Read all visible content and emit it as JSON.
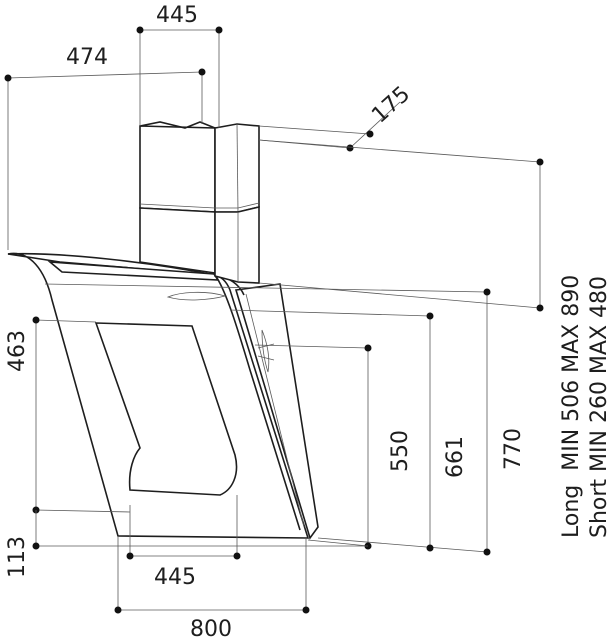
{
  "dimensions": {
    "chimney_top_width": "445",
    "chimney_depth_top": "474",
    "chimney_side_depth": "175",
    "hood_front_height": "463",
    "hood_bottom_height": "113",
    "bottom_inner_width": "445",
    "overall_width": "800",
    "height_550": "550",
    "height_661": "661",
    "height_770": "770"
  },
  "notes": {
    "long_chimney": "Long  MIN 506 MAX 890",
    "short_chimney": "Short MIN 260 MAX 480"
  },
  "colors": {
    "line": "#1e1e1e",
    "dimension_line": "#5a5a5a",
    "background": "#ffffff"
  }
}
